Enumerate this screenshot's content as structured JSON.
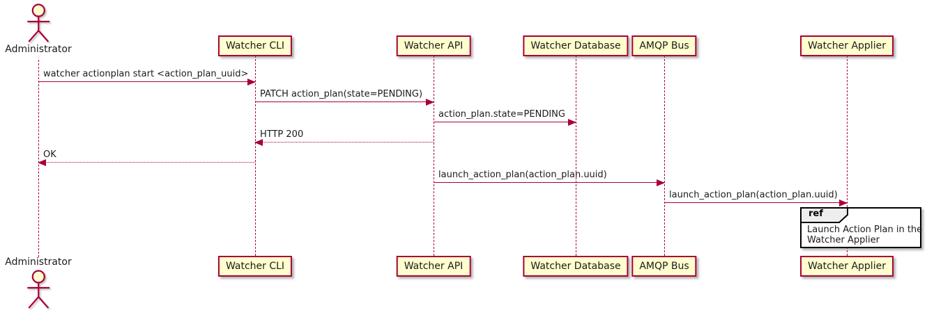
{
  "diagram_type": "uml-sequence",
  "colors": {
    "accent": "#A80036",
    "participant_fill": "#FEFECE",
    "ref_border": "#000000",
    "ref_tab_fill": "#EEEEEE",
    "actor_head_fill": "#FEFECE",
    "text": "#1b1b1b"
  },
  "actor": {
    "label": "Administrator"
  },
  "participants": [
    {
      "label": "Watcher CLI"
    },
    {
      "label": "Watcher API"
    },
    {
      "label": "Watcher Database"
    },
    {
      "label": "AMQP Bus"
    },
    {
      "label": "Watcher Applier"
    }
  ],
  "messages": [
    {
      "label": "watcher actionplan start <action_plan_uuid>",
      "from": "Administrator",
      "to": "Watcher CLI",
      "line": "solid",
      "direction": "right"
    },
    {
      "label": "PATCH action_plan(state=PENDING)",
      "from": "Watcher CLI",
      "to": "Watcher API",
      "line": "solid",
      "direction": "right"
    },
    {
      "label": "action_plan.state=PENDING",
      "from": "Watcher API",
      "to": "Watcher Database",
      "line": "solid",
      "direction": "right"
    },
    {
      "label": "HTTP 200",
      "from": "Watcher API",
      "to": "Watcher CLI",
      "line": "dotted",
      "direction": "left"
    },
    {
      "label": "OK",
      "from": "Watcher CLI",
      "to": "Administrator",
      "line": "dotted",
      "direction": "left"
    },
    {
      "label": "launch_action_plan(action_plan.uuid)",
      "from": "Watcher API",
      "to": "AMQP Bus",
      "line": "solid",
      "direction": "right"
    },
    {
      "label": "launch_action_plan(action_plan.uuid)",
      "from": "AMQP Bus",
      "to": "Watcher Applier",
      "line": "solid",
      "direction": "right"
    }
  ],
  "ref": {
    "keyword": "ref",
    "line1": "Launch Action Plan in the",
    "line2": "Watcher Applier",
    "over": "Watcher Applier"
  }
}
